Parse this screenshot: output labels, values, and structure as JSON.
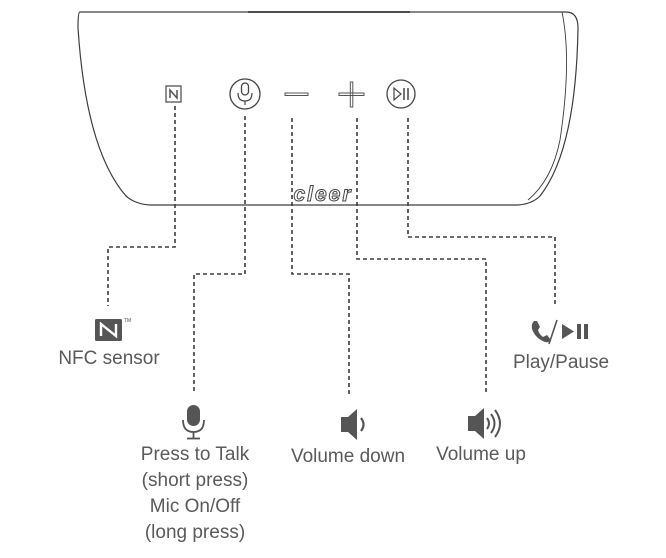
{
  "brand": "cleer",
  "labels": {
    "nfc": "NFC sensor",
    "talk": [
      "Press to Talk",
      "(short press)",
      "Mic On/Off",
      "(long press)"
    ],
    "voldown": "Volume down",
    "volup": "Volume up",
    "play": "Play/Pause"
  },
  "colors": {
    "line": "#3d3d3d",
    "icon": "#555555",
    "text": "#5a5a5a"
  },
  "icons": {
    "nfc": "nfc-icon",
    "mic": "mic-icon",
    "minus": "minus-icon",
    "plus": "plus-icon",
    "play_pause": "play-pause-icon",
    "speaker_down": "speaker-low-icon",
    "speaker_up": "speaker-high-icon",
    "phone_play": "phone-play-pause-icon"
  }
}
